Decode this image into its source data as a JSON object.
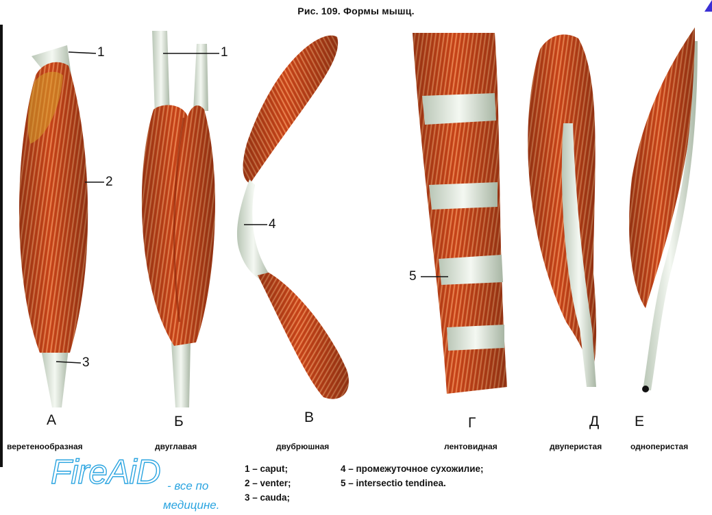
{
  "title": "Рис. 109. Формы мышц.",
  "colors": {
    "muscle": "#cf4a1d",
    "tendon": "#e9efe6",
    "watermark": "#2aa4e0",
    "corner_accent": "#3a2fd4"
  },
  "muscles": [
    {
      "letter": "А",
      "name": "веретенообразная"
    },
    {
      "letter": "Б",
      "name": "двуглавая"
    },
    {
      "letter": "В",
      "name": "двубрюшная"
    },
    {
      "letter": "Г",
      "name": "лентовидная"
    },
    {
      "letter": "Д",
      "name": "двуперистая"
    },
    {
      "letter": "Е",
      "name": "одноперистая"
    }
  ],
  "callouts": [
    "1",
    "2",
    "3",
    "1",
    "4",
    "5"
  ],
  "legend": {
    "col1": [
      "1 – caput;",
      "2 – venter;",
      "3 – cauda;"
    ],
    "col2": [
      "4 – промежуточное сухожилие;",
      "5 – intersectio tendinea."
    ]
  },
  "watermark": {
    "brand": "FireAiD",
    "tagline1": "- все по",
    "tagline2": "медицине."
  }
}
